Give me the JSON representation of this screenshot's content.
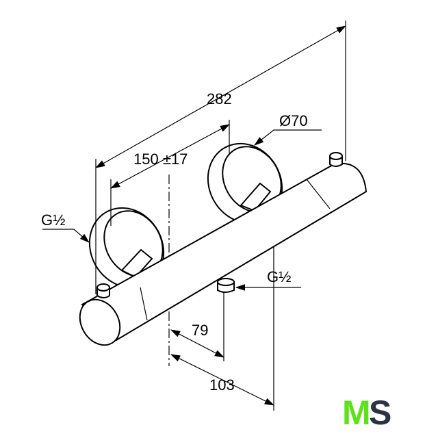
{
  "drawing": {
    "dimensions": {
      "overall_length": "282",
      "center_distance": "150 ±17",
      "flange_diameter": "Ø70",
      "inlet_thread": "G½",
      "outlet_thread": "G½",
      "outlet_offset": "79",
      "depth": "103"
    }
  },
  "logo": {
    "letter_1": "M",
    "letter_2": "S",
    "color_1": "#5ee01c",
    "color_2": "#2b3445"
  }
}
